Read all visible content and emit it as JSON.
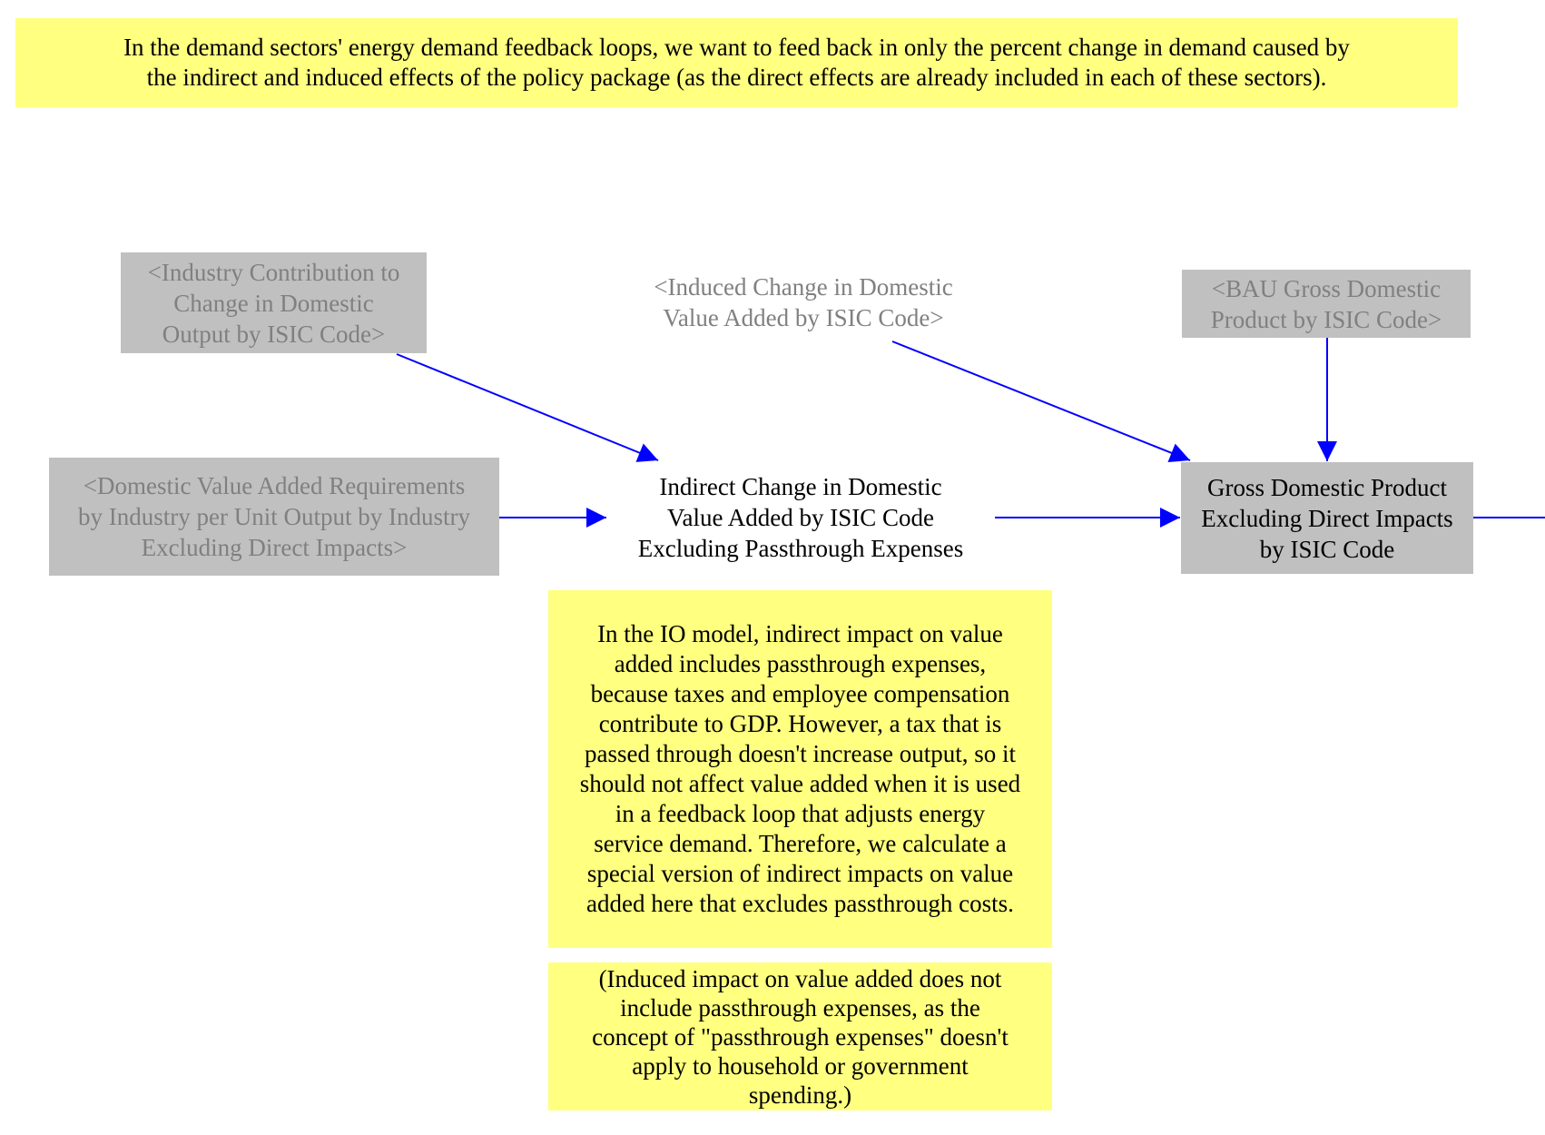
{
  "diagram": {
    "colors": {
      "note_bg": "#ffff80",
      "shadow_bg": "#c0c0c0",
      "shadow_text": "#808080",
      "arrow": "#0000ff"
    },
    "top_note": "In the demand sectors' energy demand feedback loops, we want to feed back in only the percent change in demand caused by\nthe indirect and induced effects of the policy package (as the direct effects are already included in each of these sectors).",
    "nodes": {
      "industry_contribution": "<Industry Contribution to\nChange in Domestic\nOutput by ISIC Code>",
      "induced_change": "<Induced Change in Domestic\nValue Added by ISIC Code>",
      "bau_gdp": "<BAU Gross Domestic\nProduct by ISIC Code>",
      "domestic_value_added_req": "<Domestic Value Added Requirements\nby Industry per Unit Output by Industry\nExcluding Direct Impacts>",
      "indirect_change": "Indirect Change in Domestic\nValue Added by ISIC Code\nExcluding Passthrough Expenses",
      "gdp_excluding_direct": "Gross Domestic Product\nExcluding Direct Impacts\nby ISIC Code"
    },
    "io_note": "In the IO model, indirect impact on value\nadded includes passthrough expenses,\nbecause taxes and employee compensation\ncontribute to GDP.  However, a tax that is\npassed through doesn't increase output, so it\nshould not affect value added when it is used\nin a feedback loop that adjusts energy\nservice demand.  Therefore, we calculate a\nspecial version of indirect impacts on value\nadded here that excludes passthrough costs.",
    "induced_note": "(Induced impact on value added does not\ninclude passthrough expenses, as the\nconcept of \"passthrough expenses\" doesn't\napply to household or government\nspending.)",
    "arrows": [
      {
        "from": "industry_contribution",
        "to": "indirect_change"
      },
      {
        "from": "domestic_value_added_req",
        "to": "indirect_change"
      },
      {
        "from": "induced_change",
        "to": "gdp_excluding_direct"
      },
      {
        "from": "bau_gdp",
        "to": "gdp_excluding_direct"
      },
      {
        "from": "indirect_change",
        "to": "gdp_excluding_direct"
      },
      {
        "from": "gdp_excluding_direct",
        "to": "offscreen-right"
      }
    ]
  }
}
